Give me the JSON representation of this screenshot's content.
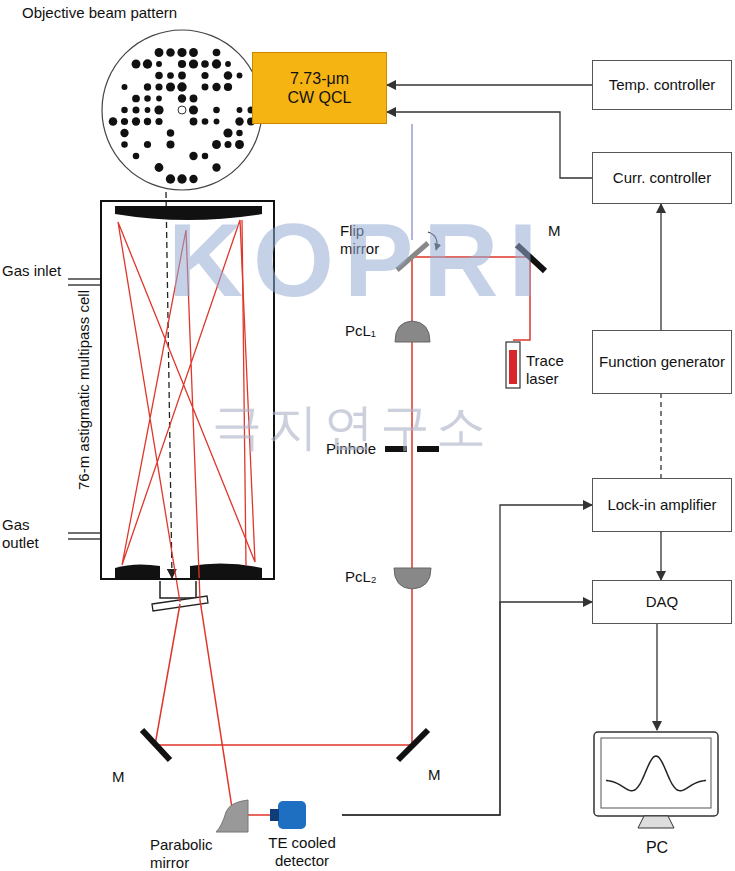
{
  "diagram": {
    "nodes": [
      {
        "text": [
          "7.73-μm CW QCL"
        ]
      },
      {
        "text": [
          "Temp. controller"
        ]
      },
      {
        "text": [
          "Curr. controller"
        ]
      },
      {
        "text": [
          "Function generator"
        ]
      },
      {
        "text": [
          "76-m astigmatic multipass cell"
        ]
      },
      {
        "text": [
          "Lock-in amplifier"
        ]
      },
      {
        "text": [
          "DAQ"
        ]
      },
      {
        "text": [
          "TE cooled detector"
        ]
      },
      {
        "text": [
          "PC"
        ]
      }
    ],
    "edges": [
      {
        "from": 1,
        "to": 0,
        "arrow": "to"
      },
      {
        "from": 2,
        "to": 0,
        "arrow": "to"
      },
      {
        "from": 3,
        "to": 2,
        "arrow": "to"
      },
      {
        "from": 3,
        "to": 5,
        "arrow": "to"
      },
      {
        "from": 5,
        "to": 6,
        "arrow": "to"
      },
      {
        "from": 6,
        "to": 8,
        "arrow": "to"
      },
      {
        "from": 7,
        "to": 5,
        "arrow": "to"
      },
      {
        "from": 7,
        "to": 6,
        "arrow": "to"
      }
    ],
    "labels": [
      "Objective beam pattern",
      "Gas inlet",
      "Gas outlet",
      "Flip mirror",
      "M",
      "PcL₁",
      "Trace laser",
      "Pinhole",
      "PcL₂",
      "M",
      "M",
      "Parabolic mirror",
      "KOPRI",
      "극지연구소"
    ]
  }
}
